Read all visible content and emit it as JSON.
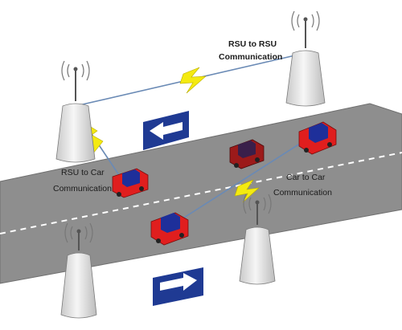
{
  "diagram": {
    "labels": {
      "rsu_to_rsu": [
        "RSU to RSU",
        "Communication"
      ],
      "rsu_to_car": [
        "RSU to Car",
        "Communication"
      ],
      "car_to_car": [
        "Car to Car",
        "Communication"
      ]
    }
  },
  "colors": {
    "road": "#8e8e8e",
    "road_edge": "#6f6f6f",
    "lane_marking": "#ffffff",
    "arrow_sign": "#1f3a93",
    "car_body": "#e01e1e",
    "car_alt_body": "#9c1a1a",
    "car_cabin": "#1e2f9a",
    "lightning": "#f4ea10",
    "tower": "#e8e8e8",
    "link_line": "#6a8ab5"
  },
  "icons": {
    "tower": "rsu-tower-icon",
    "car": "car-icon",
    "arrow_left": "arrow-left-sign-icon",
    "arrow_right": "arrow-right-sign-icon",
    "lightning": "lightning-icon"
  }
}
